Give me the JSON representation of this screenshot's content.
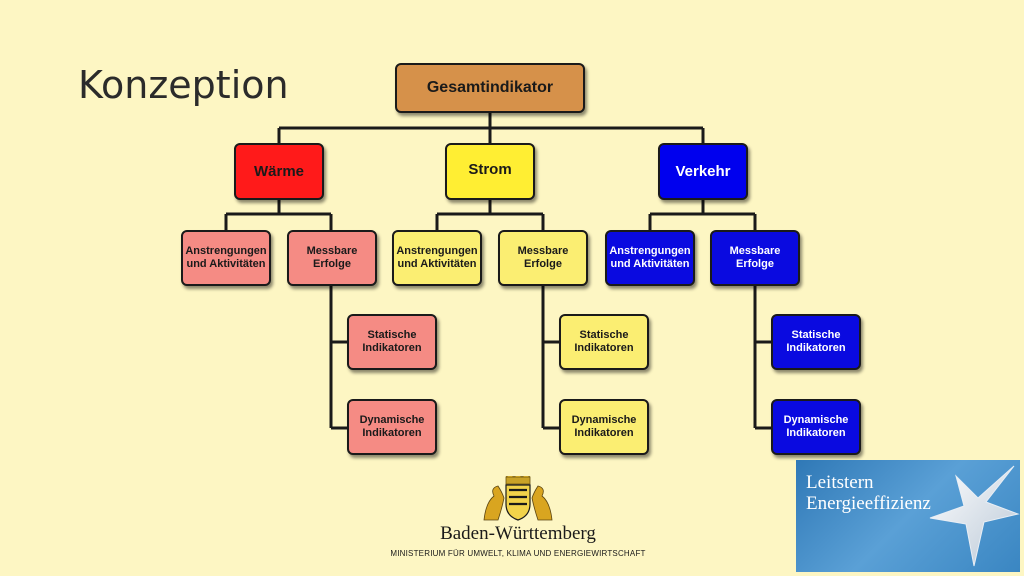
{
  "title": "Konzeption",
  "root": "Gesamtindikator",
  "categories": [
    {
      "key": "waerme",
      "label": "Wärme",
      "color": "#ff1a1a"
    },
    {
      "key": "strom",
      "label": "Strom",
      "color": "#ffee33"
    },
    {
      "key": "verkehr",
      "label": "Verkehr",
      "color": "#0000ee"
    }
  ],
  "sub": {
    "anstrengungen_l1": "Anstrengungen",
    "anstrengungen_l2": "und Aktivitäten",
    "messbare_l1": "Messbare",
    "messbare_l2": "Erfolge",
    "statische_l1": "Statische",
    "statische_l2": "Indikatoren",
    "dynamische_l1": "Dynamische",
    "dynamische_l2": "Indikatoren"
  },
  "logo_bw": {
    "name": "Baden-Württemberg",
    "ministry": "MINISTERIUM FÜR UMWELT, KLIMA UND ENERGIEWIRTSCHAFT"
  },
  "logo_leitstern": {
    "line1": "Leitstern",
    "line2": "Energieeffizienz"
  }
}
